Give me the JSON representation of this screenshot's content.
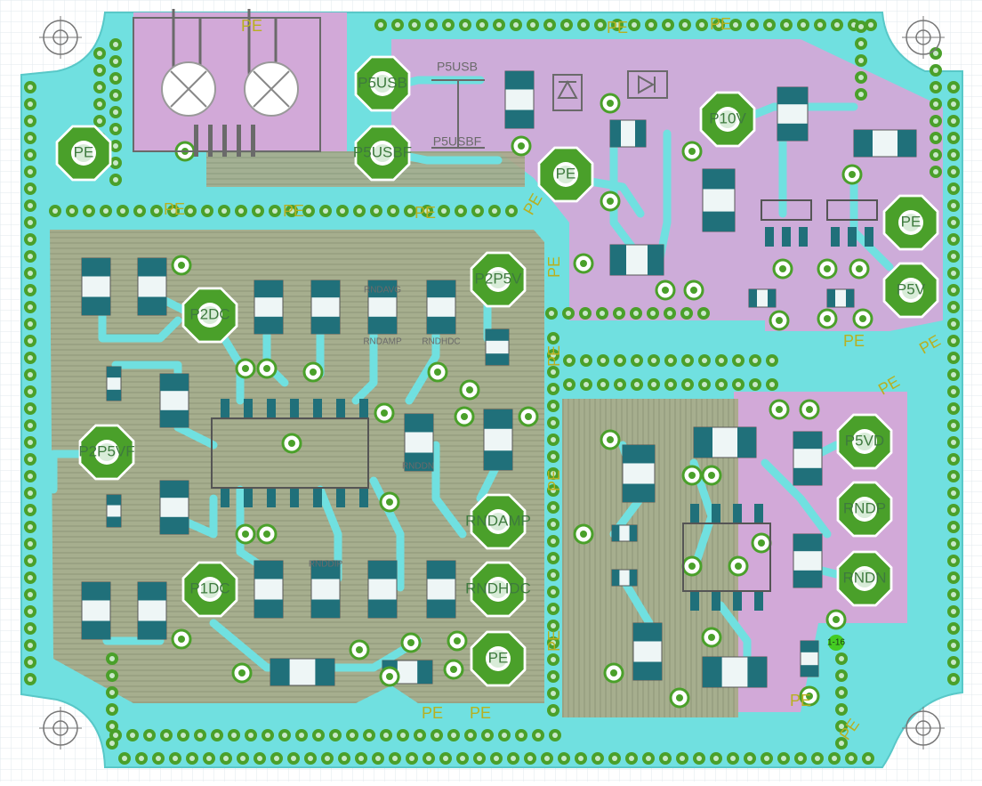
{
  "colors": {
    "background": "#ffffff",
    "grid": "#e2e8ee",
    "copper_fill": "#70e0e0",
    "violet_zone": "#d2a8d8",
    "hatch_zone": "#a8aa88",
    "pad_green": "#4aa02a",
    "component_body": "#20707a",
    "pad_label": "#ffffff",
    "silkscreen": "#6a6a6a",
    "net_label": "#b8b020",
    "mount_hole": "#777777"
  },
  "icons": {
    "mounting_hole": "crosshair-circle-icon",
    "usb_connector": "usb-connector-icon",
    "diode": "diode-icon"
  },
  "board": {
    "pe_net": "PE",
    "via_label": "1-16",
    "test_points": [
      {
        "id": "pe_left",
        "label": "PE"
      },
      {
        "id": "p5usb",
        "label": "P5USB"
      },
      {
        "id": "p5usbf",
        "label": "P5USBF"
      },
      {
        "id": "pe_center",
        "label": "PE"
      },
      {
        "id": "p10v",
        "label": "P10V"
      },
      {
        "id": "pe_right",
        "label": "PE"
      },
      {
        "id": "p5v",
        "label": "P5V"
      },
      {
        "id": "p2p5v",
        "label": "P2P5V"
      },
      {
        "id": "p2dc",
        "label": "P2DC"
      },
      {
        "id": "p2p5vf",
        "label": "P2P5VF"
      },
      {
        "id": "p1dc",
        "label": "P1DC"
      },
      {
        "id": "rndamp",
        "label": "RNDAMP"
      },
      {
        "id": "rndhdc",
        "label": "RNDHDC"
      },
      {
        "id": "pe_bottom",
        "label": "PE"
      },
      {
        "id": "p5vd",
        "label": "P5VD"
      },
      {
        "id": "rndp",
        "label": "RNDP"
      },
      {
        "id": "rndn",
        "label": "RNDN"
      }
    ],
    "silk_labels": [
      {
        "id": "s_p5usb",
        "text": "P5USB"
      },
      {
        "id": "s_p5usbf",
        "text": "P5USBF"
      },
      {
        "id": "s_rndavg",
        "text": "RNDAVG"
      },
      {
        "id": "s_rndamp",
        "text": "RNDAMP"
      },
      {
        "id": "s_rndhdc",
        "text": "RNDHDC"
      },
      {
        "id": "s_rnddip",
        "text": "RNDDIP"
      },
      {
        "id": "s_rnddn",
        "text": "RNDDN"
      }
    ],
    "pe_labels": [
      "PE",
      "PE",
      "PE",
      "PE",
      "PE",
      "PE",
      "PE",
      "PE",
      "PE",
      "PE",
      "PE",
      "PE",
      "PE",
      "PE",
      "PE",
      "PE",
      "PE",
      "PE"
    ]
  }
}
